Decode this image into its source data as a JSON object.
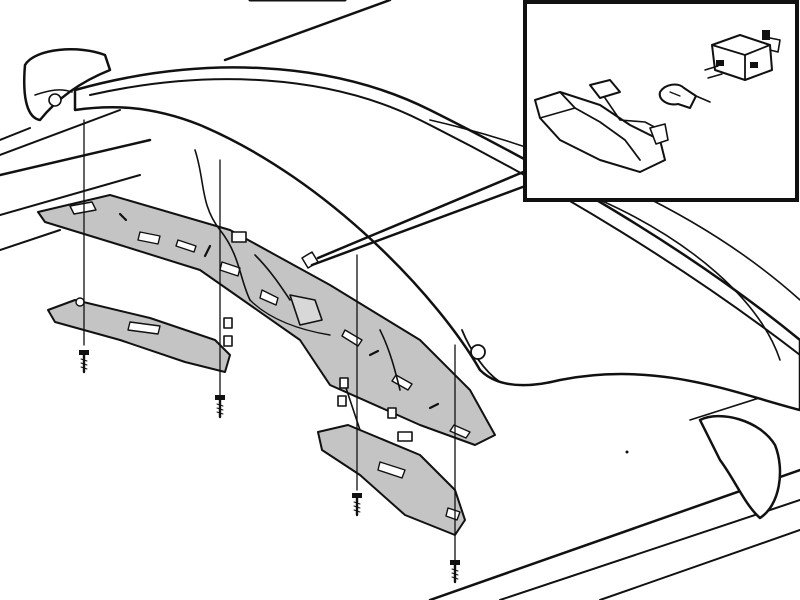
{
  "diagram": {
    "style": "exploded-view line drawing",
    "colors": {
      "ink": "#111111",
      "part_fill": "#c4c4c4",
      "background": "#ffffff"
    },
    "parts": [
      "roof-lid",
      "headliner-trim-panel",
      "left-cover-panel",
      "right-cover-panel",
      "mounting-screw",
      "wiring-connector",
      "lamp-housing",
      "bulb",
      "bulb-socket"
    ],
    "inset": {
      "label": ""
    }
  }
}
